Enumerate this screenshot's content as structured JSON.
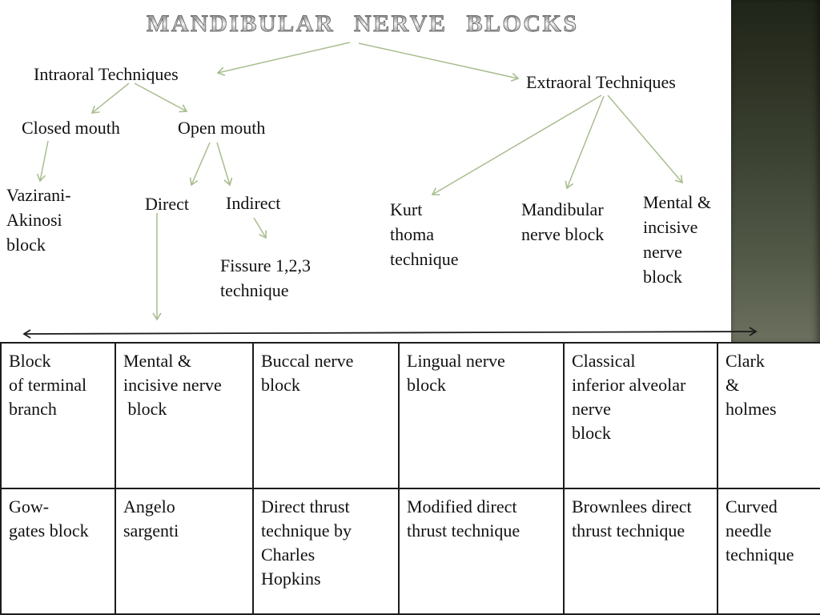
{
  "title": "MANDIBULAR NERVE BLOCKS",
  "tree": {
    "intraoral": "Intraoral Techniques",
    "extraoral": "Extraoral Techniques",
    "closed_mouth": "Closed mouth",
    "open_mouth": "Open mouth",
    "vazirani": "Vazirani-\nAkinosi\nblock",
    "direct": "Direct",
    "indirect": "Indirect",
    "fissure": "Fissure 1,2,3\ntechnique",
    "kurt_thoma": "Kurt\nthoma\ntechnique",
    "mandibular_nerve_block": "Mandibular\nnerve block",
    "mental_incisive": "Mental &\nincisive\nnerve\nblock"
  },
  "table": {
    "rows": [
      [
        "Block\nof terminal\nbranch",
        "Mental &\nincisive nerve\n block",
        "Buccal nerve\nblock",
        "Lingual nerve\nblock",
        "Classical\ninferior alveolar\nnerve\nblock",
        "Clark\n&\nholmes"
      ],
      [
        "Gow-\ngates block",
        "Angelo\nsargenti",
        "Direct thrust\ntechnique by\nCharles\nHopkins",
        "Modified direct\nthrust technique",
        "Brownlees direct\nthrust technique",
        "Curved\nneedle\ntechnique"
      ]
    ]
  },
  "colors": {
    "arrow_green": "#a9bd8f",
    "arrow_black": "#1c1c1c",
    "strip_top": "#20251a",
    "strip_bottom": "#6b705f",
    "background": "#ffffff"
  }
}
